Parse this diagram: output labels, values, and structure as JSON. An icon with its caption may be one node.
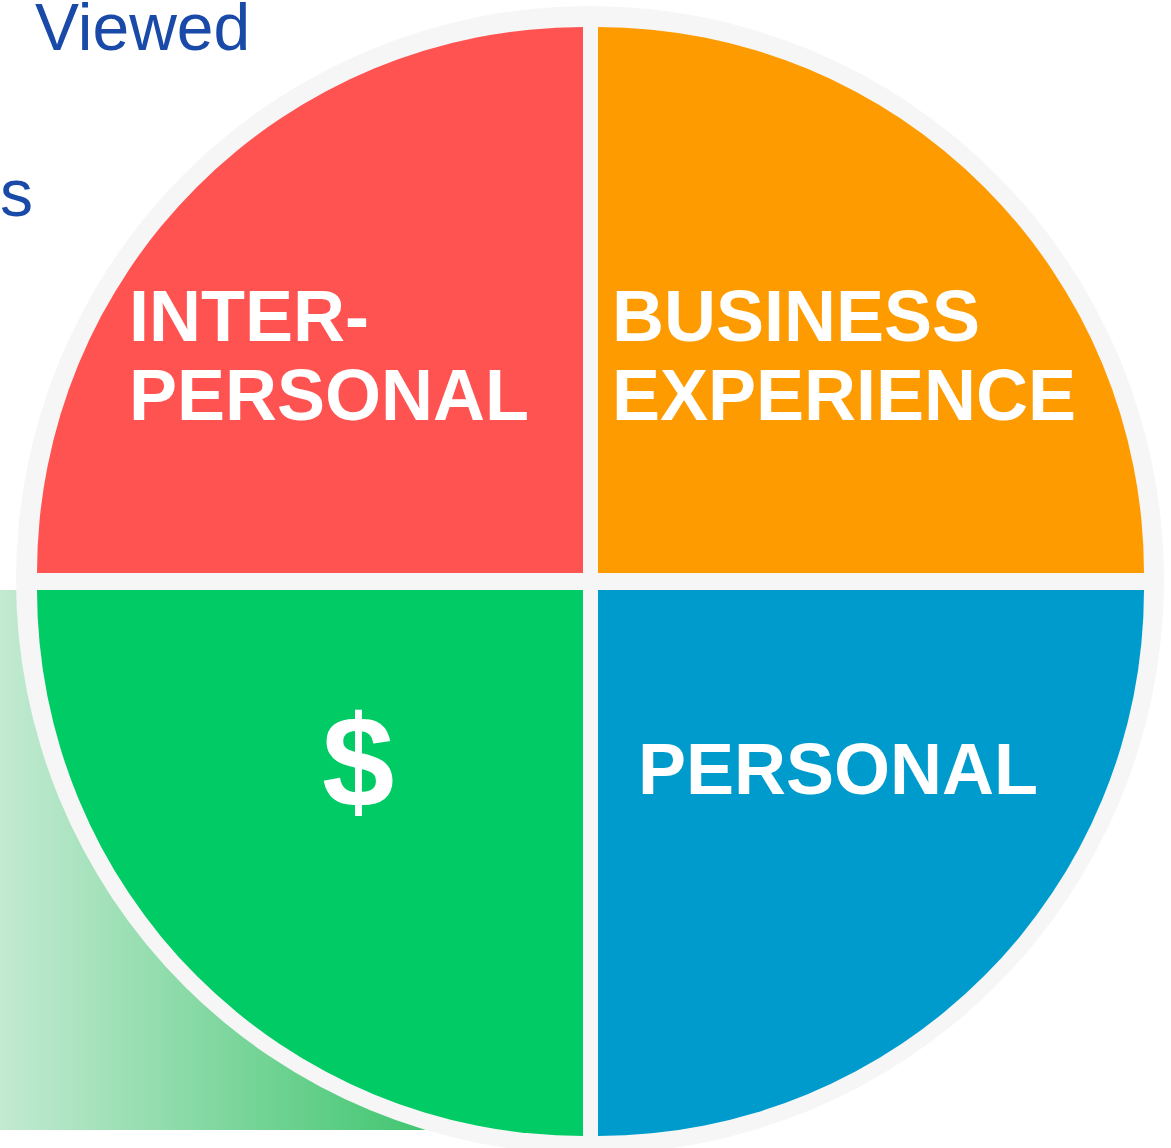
{
  "diagram": {
    "nodes": [
      {
        "text": [
          "INTER- PERSONAL"
        ]
      },
      {
        "text": [
          "BUSINESS EXPERIENCE"
        ]
      },
      {
        "text": [
          "$"
        ]
      },
      {
        "text": [
          "PERSONAL"
        ]
      }
    ],
    "labels": [
      "Viewed",
      "s"
    ]
  }
}
